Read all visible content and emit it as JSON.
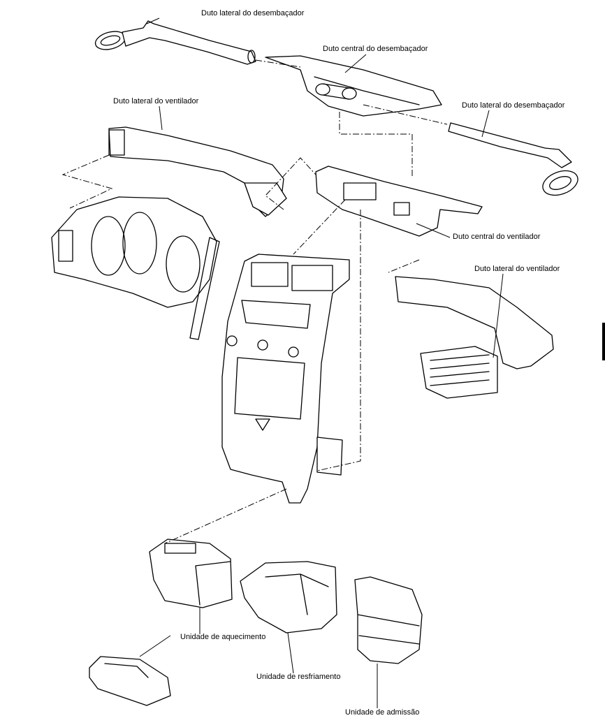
{
  "labels": {
    "defroster_side_duct_left": "Duto lateral do desembaçador",
    "defroster_center_duct": "Duto central do desembaçador",
    "vent_side_duct_left": "Duto lateral do ventilador",
    "defroster_side_duct_right": "Duto lateral do desembaçador",
    "vent_center_duct": "Duto central do ventilador",
    "vent_side_duct_right": "Duto lateral do ventilador",
    "heater_unit": "Unidade de aquecimento",
    "cooling_unit": "Unidade de resfriamento",
    "intake_unit": "Unidade de admissão"
  }
}
